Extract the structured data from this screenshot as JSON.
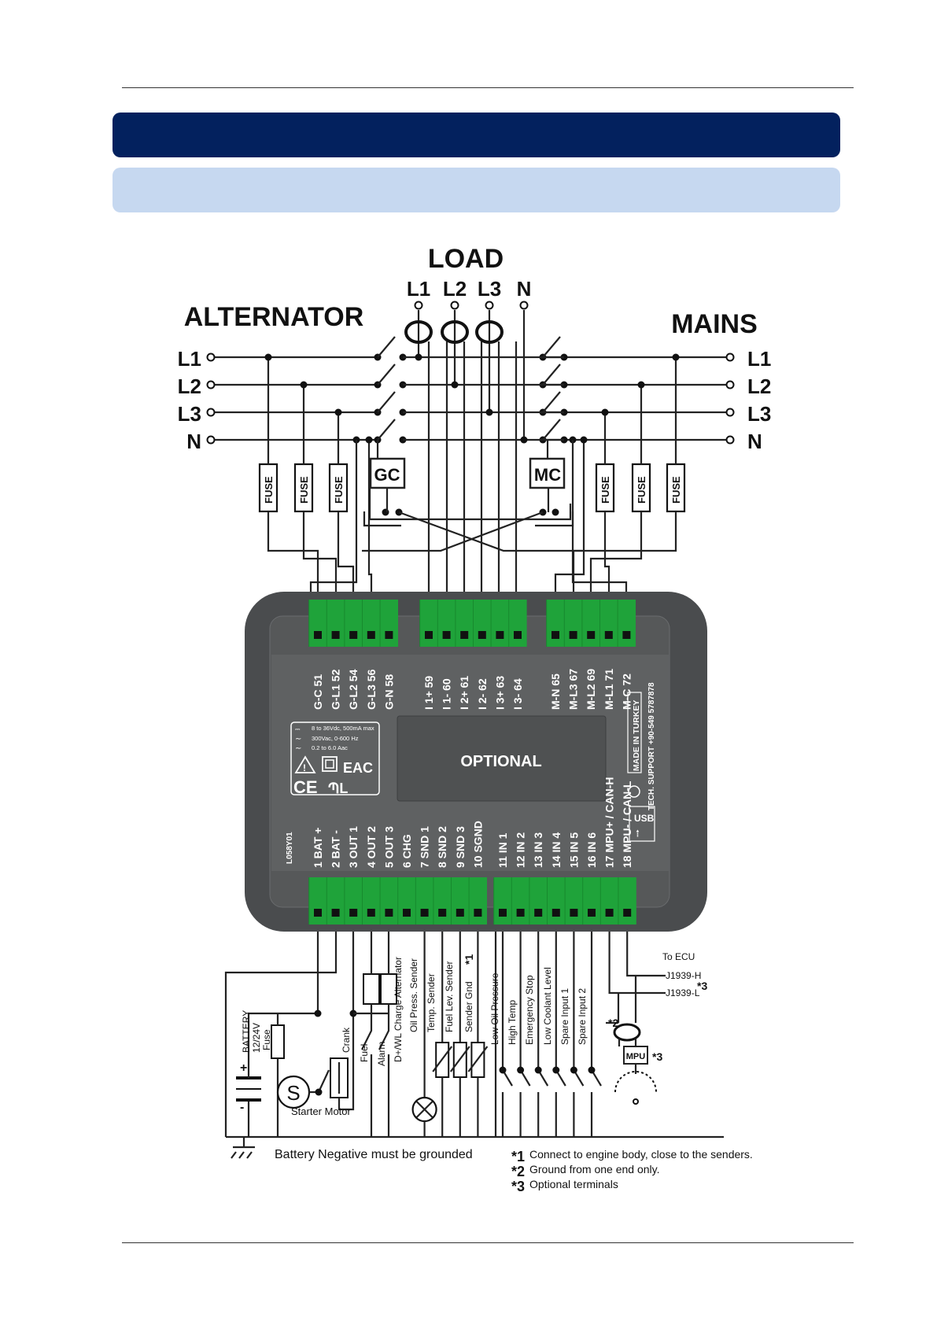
{
  "header": {
    "bar_color": "#03215e",
    "subbar_color": "#c6d8f0"
  },
  "diagram": {
    "load": "LOAD",
    "load_lines": [
      "L1",
      "L2",
      "L3",
      "N"
    ],
    "alternator": "ALTERNATOR",
    "mains": "MAINS",
    "phase_labels": [
      "L1",
      "L2",
      "L3",
      "N"
    ],
    "fuse": "FUSE",
    "gc": "GC",
    "mc": "MC",
    "top_terminals_alt": [
      "G-C 51",
      "G-L1 52",
      "G-L2 54",
      "G-L3 56",
      "G-N 58"
    ],
    "top_terminals_current": [
      "I 1+ 59",
      "I 1- 60",
      "I 2+ 61",
      "I 2- 62",
      "I 3+ 63",
      "I 3- 64"
    ],
    "top_terminals_mains": [
      "M-N 65",
      "M-L3 67",
      "M-L2 69",
      "M-L1 71",
      "M-C 72"
    ],
    "bottom_terminals_a": [
      "1 BAT +",
      "2 BAT -",
      "3 OUT 1",
      "4 OUT 2",
      "5 OUT 3",
      "6 CHG",
      "7 SND 1",
      "8 SND 2",
      "9 SND 3",
      "10 SGND"
    ],
    "bottom_terminals_b": [
      "11 IN 1",
      "12 IN 2",
      "13 IN 3",
      "14 IN 4",
      "15 IN 5",
      "16 IN 6",
      "17 MPU+ / CAN-H",
      "18 MPU- / CAN-L"
    ],
    "spec_dc": "8 to 36Vdc, 500mA max",
    "spec_ac_v": "300Vac, 0-600 Hz",
    "spec_ac_i": "0.2 to 6.0 Aac",
    "optional": "OPTIONAL",
    "model": "L058Y01",
    "made_in": "MADE IN TURKEY",
    "support": "TECH. SUPPORT +90-549 5787878",
    "usb": "USB",
    "battery": "BATTERY",
    "battery_voltage": "12/24V",
    "fuse_label": "Fuse",
    "crank": "Crank",
    "starter_motor": "Starter Motor",
    "fuel": "Fuel",
    "alarm": "Alarm",
    "charge": "D+/WL Charge Alternator",
    "senders": [
      "Oil Press. Sender",
      "Temp. Sender",
      "Fuel Lev. Sender",
      "Sender Gnd"
    ],
    "sender_note": "*1",
    "inputs": [
      "Low Oil Pressure",
      "High Temp",
      "Emergency Stop",
      "Low Coolant Level",
      "Spare Input 1",
      "Spare Input 2"
    ],
    "to_ecu": "To ECU",
    "j1939_h": "J1939-H",
    "j1939_l": "J1939-L",
    "mpu": "MPU",
    "star2": "*2",
    "star3": "*3",
    "ground_note": "Battery Negative must be grounded",
    "notes": [
      {
        "mark": "*1",
        "text": "Connect to engine body, close to the senders."
      },
      {
        "mark": "*2",
        "text": "Ground from one end only."
      },
      {
        "mark": "*3",
        "text": "Optional terminals"
      }
    ]
  }
}
